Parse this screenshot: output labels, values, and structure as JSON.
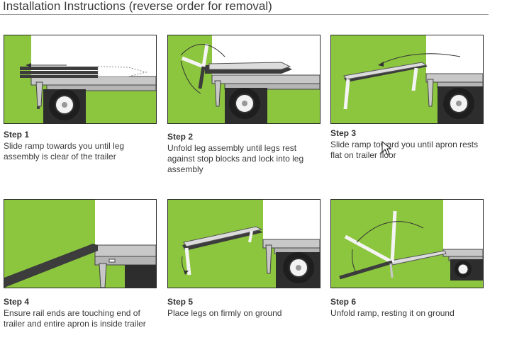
{
  "page": {
    "title": "Installation Instructions (reverse order for removal)"
  },
  "colors": {
    "grass": "#8cc63f",
    "trailer_gray": "#c8c8c8",
    "ramp_dark": "#3c3c3c",
    "wall_white": "#ffffff"
  },
  "steps": [
    {
      "title": "Step 1",
      "text": "Slide ramp towards you until leg assembly is clear of the trailer"
    },
    {
      "title": "Step 2",
      "text": "Unfold leg assembly until legs rest against stop blocks and lock into leg assembly"
    },
    {
      "title": "Step 3",
      "text": "Slide ramp toward you until apron rests flat on trailer floor"
    },
    {
      "title": "Step 4",
      "text": "Ensure rail ends are touching end of trailer and entire apron is inside trailer"
    },
    {
      "title": "Step 5",
      "text": "Place legs on firmly on ground"
    },
    {
      "title": "Step 6",
      "text": "Unfold ramp, resting it on ground"
    }
  ]
}
